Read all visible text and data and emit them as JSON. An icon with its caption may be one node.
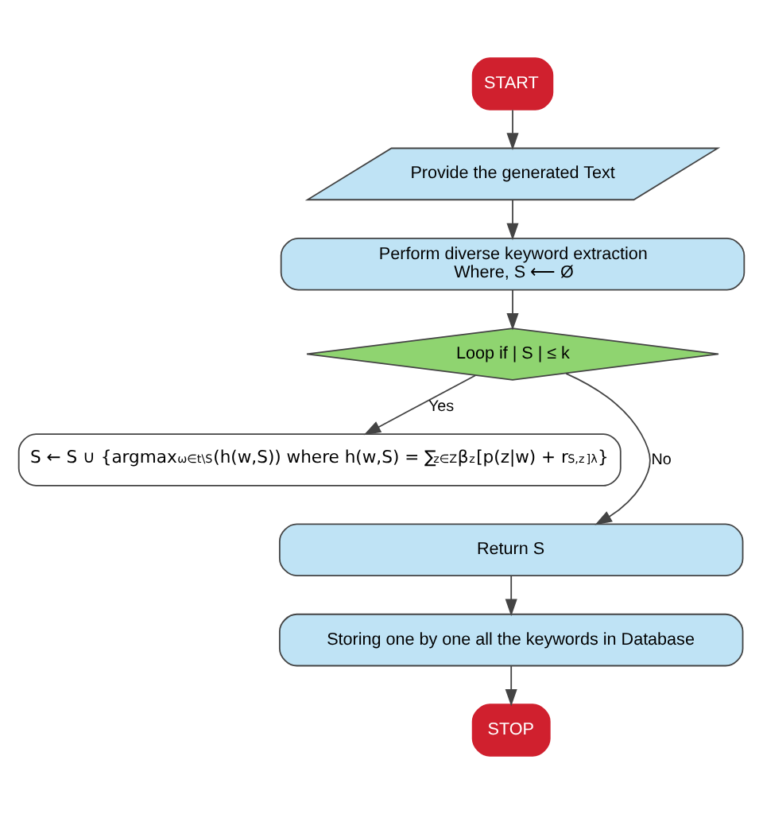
{
  "diagram": {
    "nodes": [
      {
        "text": [
          "START"
        ]
      },
      {
        "text": [
          "Provide the generated Text"
        ]
      },
      {
        "text": [
          "Perform diverse keyword extraction",
          "Where, S ⟵ Ø"
        ]
      },
      {
        "text": [
          "Loop if | S | ≤ k"
        ]
      },
      {
        "text": [
          "S ← S ∪ {argmax$_{ω∈t\\S}$(h(w,S)) where h(w,S) = ∑$_{z∈Z}$β$_{z}$[p(z|w) + r$_{S,z}$]$^{λ}$}"
        ]
      },
      {
        "text": [
          "Return S"
        ]
      },
      {
        "text": [
          "Storing one by one all the keywords in Database"
        ]
      },
      {
        "text": [
          "STOP"
        ]
      }
    ],
    "edges": [
      {
        "from": 0,
        "to": 1,
        "arrow": "to"
      },
      {
        "from": 1,
        "to": 2,
        "arrow": "to"
      },
      {
        "from": 2,
        "to": 3,
        "arrow": "to"
      },
      {
        "from": 3,
        "to": 4,
        "arrow": "to",
        "label": "Yes"
      },
      {
        "from": 3,
        "to": 5,
        "arrow": "to",
        "label": "No"
      },
      {
        "from": 5,
        "to": 6,
        "arrow": "to"
      },
      {
        "from": 6,
        "to": 7,
        "arrow": "to"
      }
    ]
  }
}
